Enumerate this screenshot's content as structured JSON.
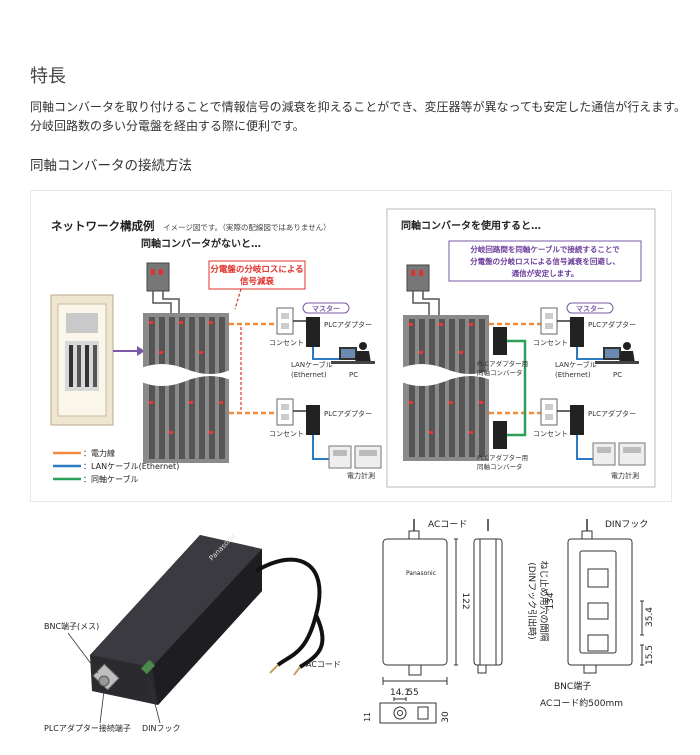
{
  "page": {
    "title": "特長",
    "description": "同軸コンバータを取り付けることで情報信号の減衰を抑えることができ、変圧器等が異なっても安定した通信が行えます。分岐回路数の多い分電盤を経由する際に便利です。",
    "subtitle": "同軸コンバータの接続方法"
  },
  "diagram": {
    "left": {
      "title": "ネットワーク構成例",
      "note": "イメージ図です。（実際の配線図ではありません）",
      "subtitle": "同軸コンバータがないと…",
      "callout_line1": "分電盤の分岐ロスによる",
      "callout_line2": "信号減衰",
      "master": "マスター",
      "plc_top": "PLCアダプター",
      "plc_bottom": "PLCアダプター",
      "outlet_top": "コンセント",
      "outlet_bottom": "コンセント",
      "lan_line1": "LANケーブル",
      "lan_line2": "(Ethernet)",
      "pc": "PC",
      "meter": "電力計測"
    },
    "legend": [
      {
        "label": "：電力線",
        "color": "#f08a3c"
      },
      {
        "label": "：LANケーブル(Ethernet)",
        "color": "#2a7ac4"
      },
      {
        "label": "：同軸ケーブル",
        "color": "#2aa05a"
      }
    ],
    "right": {
      "title": "同軸コンバータを使用すると…",
      "callout_line1": "分岐回路間を同軸ケーブルで接続することで",
      "callout_line2": "分電盤の分岐ロスによる信号減衰を回避し、",
      "callout_line3": "通信が安定します。",
      "master": "マスター",
      "plc_top": "PLCアダプター",
      "plc_bottom": "PLCアダプター",
      "outlet_top": "コンセント",
      "outlet_bottom": "コンセント",
      "lan_line1": "LANケーブル",
      "lan_line2": "(Ethernet)",
      "pc": "PC",
      "meter": "電力計測",
      "conv_top_line1": "PLCアダプター用",
      "conv_top_line2": "同軸コンバータ",
      "conv_bottom_line1": "PLCアダプター用",
      "conv_bottom_line2": "同軸コンバータ"
    },
    "colors": {
      "power": "#f08a3c",
      "lan": "#2a7ac4",
      "coax": "#2aa05a",
      "callout_red": "#e0302a",
      "callout_purple": "#6a3c9a"
    }
  },
  "product": {
    "brand": "Panasonic",
    "bnc_label": "BNC端子(メス)",
    "ac_cord_label": "ACコード",
    "plc_terminal_label": "PLCアダプター接続端子",
    "din_hook_label": "DINフック"
  },
  "drawing": {
    "ac_cord": "ACコード",
    "din_hook": "DINフック",
    "dim_height": "122",
    "dim_width": "55",
    "dim_14_1": "14.1",
    "dim_11": "11",
    "dim_30": "30",
    "screw_note": "ねじ止め用穴の間隔",
    "screw_note2": "(DINフック引出時)",
    "dim_134": "134",
    "dim_35_4": "35.4",
    "dim_15_5": "15.5",
    "bnc": "BNC端子",
    "ac_cord_length": "ACコード約500mm",
    "brand": "Panasonic"
  }
}
